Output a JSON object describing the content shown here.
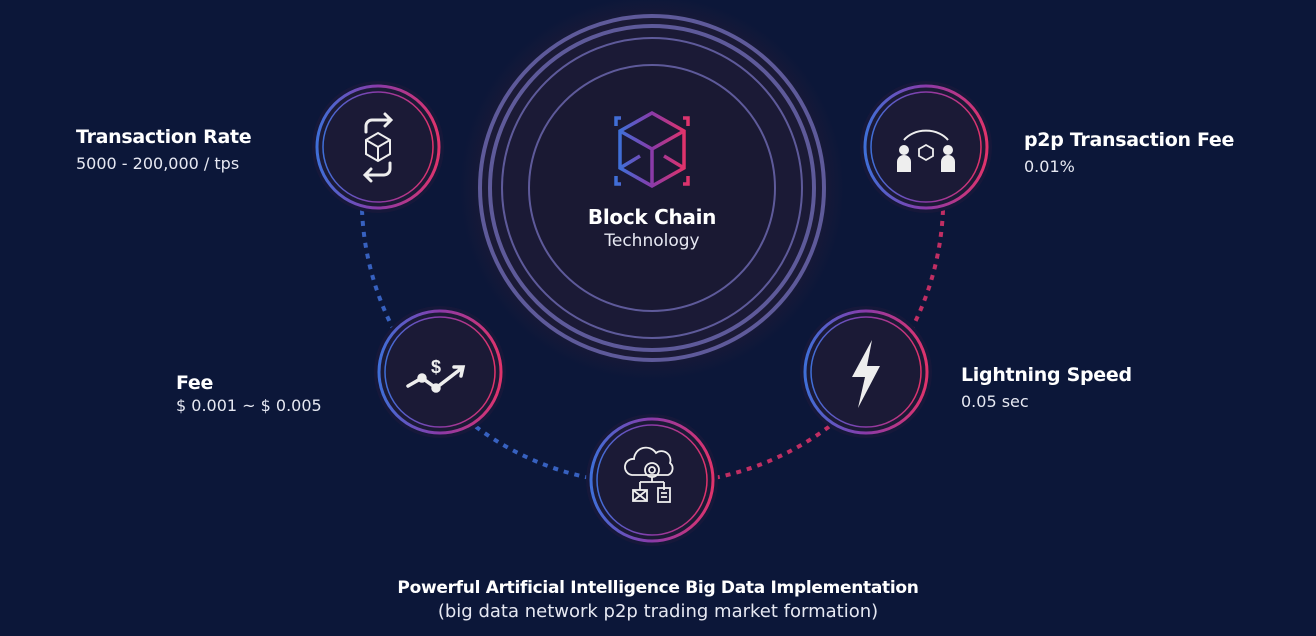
{
  "center": {
    "title": "Block Chain",
    "subtitle": "Technology",
    "icon": "blockchain-cube-icon"
  },
  "features": [
    {
      "title": "Transaction Rate",
      "value": "5000 - 200,000 / tps",
      "icon": "exchange-cube-icon"
    },
    {
      "title": "p2p Transaction Fee",
      "value": "0.01%",
      "icon": "p2p-users-icon"
    },
    {
      "title": "Fee",
      "value": "$ 0.001 ~  $ 0.005",
      "icon": "dollar-trend-icon"
    },
    {
      "title": "Lightning Speed",
      "value": "0.05 sec",
      "icon": "lightning-icon"
    }
  ],
  "bottom": {
    "title": "Powerful Artificial Intelligence Big Data Implementation",
    "subtitle": "(big data network p2p trading market formation)",
    "icon": "cloud-gear-icon"
  },
  "colors": {
    "background": "#0c1739",
    "blue": "#3f6fd8",
    "pink": "#e0336b",
    "ring": "#5e5a9a"
  }
}
